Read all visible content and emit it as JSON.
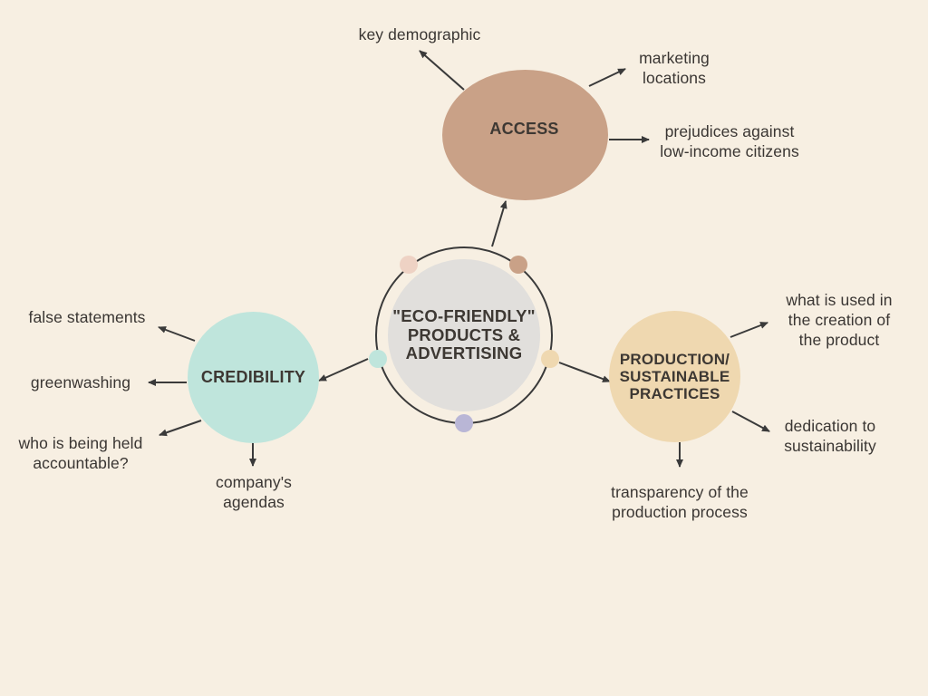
{
  "colors": {
    "background": "#f7efe2",
    "center": "#e1dfdc",
    "access": "#c9a187",
    "credibility": "#bfe5dc",
    "production": "#efd8b0",
    "dot_pink": "#eed2c4",
    "dot_tan": "#c9a187",
    "dot_mint": "#bfe5dc",
    "dot_sand": "#efd8b0",
    "dot_lavender": "#b9b6d6",
    "line": "#3a3a3a"
  },
  "center": {
    "label": "\"ECO-FRIENDLY\"\nPRODUCTS &\nADVERTISING"
  },
  "access": {
    "label": "ACCESS",
    "children": {
      "key_demographic": "key demographic",
      "marketing_locations": "marketing\nlocations",
      "prejudices": "prejudices against\nlow-income citizens"
    }
  },
  "credibility": {
    "label": "CREDIBILITY",
    "children": {
      "false_statements": "false statements",
      "greenwashing": "greenwashing",
      "accountable": "who is being held\naccountable?",
      "agendas": "company's\nagendas"
    }
  },
  "production": {
    "label": "PRODUCTION/\nSUSTAINABLE\nPRACTICES",
    "children": {
      "what_is_used": "what is used in\nthe creation of\nthe product",
      "dedication": "dedication to\nsustainability",
      "transparency": "transparency of the\nproduction process"
    }
  }
}
